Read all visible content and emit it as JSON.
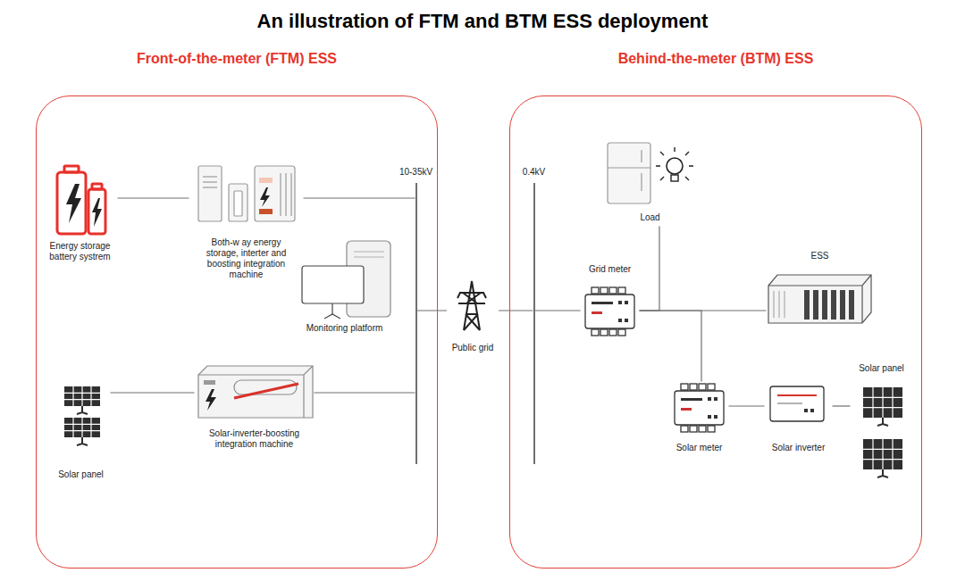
{
  "diagram": {
    "title": "An illustration of FTM and BTM ESS deployment",
    "nodes": [
      {
        "text": [
          "Front-of-the-meter (FTM) ESS"
        ]
      },
      {
        "text": [
          "Energy storage battery systrem"
        ],
        "in": 0
      },
      {
        "text": [
          "Both-w ay energy storage, interter and boosting integration machine"
        ],
        "in": 0
      },
      {
        "text": [
          "Monitoring platform"
        ],
        "in": 0
      },
      {
        "text": [
          "Solar panel"
        ],
        "in": 0
      },
      {
        "text": [
          "Solar-inverter-boosting integration machine"
        ],
        "in": 0
      },
      {
        "text": [
          "10-35kV"
        ],
        "in": 0
      },
      {
        "text": [
          "Public grid"
        ]
      },
      {
        "text": [
          "Behind-the-meter (BTM) ESS"
        ]
      },
      {
        "text": [
          "0.4kV"
        ],
        "in": 8
      },
      {
        "text": [
          "Load"
        ],
        "in": 8
      },
      {
        "text": [
          "Grid meter"
        ],
        "in": 8
      },
      {
        "text": [
          "ESS"
        ],
        "in": 8
      },
      {
        "text": [
          "Solar meter"
        ],
        "in": 8
      },
      {
        "text": [
          "Solar inverter"
        ],
        "in": 8
      },
      {
        "text": [
          "Solar panel"
        ],
        "in": 8
      }
    ],
    "edges": [
      {
        "from": 1,
        "to": 2,
        "arrow": "none"
      },
      {
        "from": 2,
        "to": 6,
        "arrow": "none"
      },
      {
        "from": 4,
        "to": 5,
        "arrow": "none"
      },
      {
        "from": 5,
        "to": 6,
        "arrow": "none"
      },
      {
        "from": 6,
        "to": 7,
        "arrow": "none"
      },
      {
        "from": 7,
        "to": 9,
        "arrow": "none"
      },
      {
        "from": 9,
        "to": 11,
        "arrow": "none"
      },
      {
        "from": 11,
        "to": 10,
        "arrow": "none"
      },
      {
        "from": 11,
        "to": 12,
        "arrow": "none"
      },
      {
        "from": 11,
        "to": 13,
        "arrow": "none"
      },
      {
        "from": 13,
        "to": 14,
        "arrow": "none"
      },
      {
        "from": 14,
        "to": 15,
        "arrow": "none"
      }
    ]
  }
}
